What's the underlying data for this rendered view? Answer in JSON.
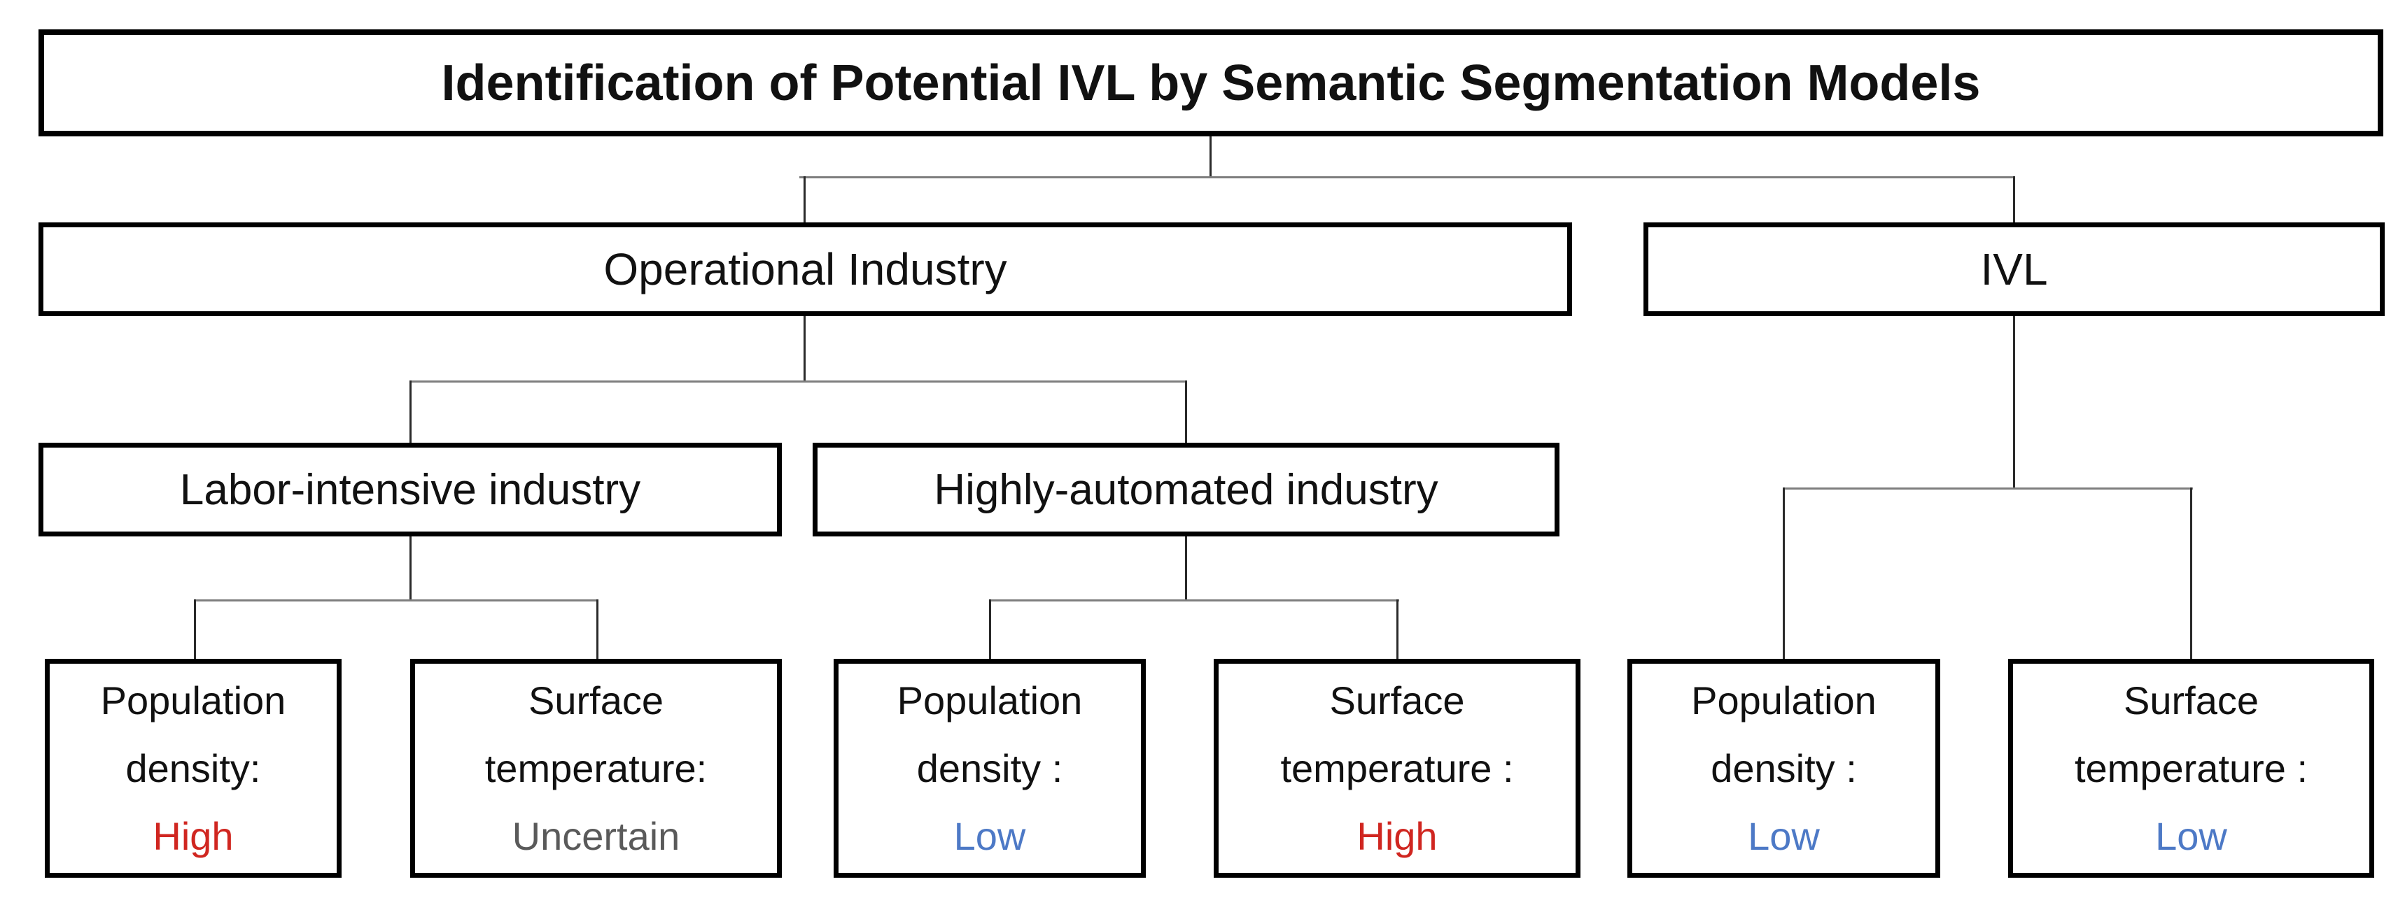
{
  "diagram": {
    "title": "Identification of Potential IVL by Semantic Segmentation Models",
    "nodes": {
      "operational": "Operational Industry",
      "ivl": "IVL",
      "labor": "Labor-intensive industry",
      "highly": "Highly-automated industry"
    },
    "leaves": {
      "labor_density": {
        "line1": "Population",
        "line2": "density:",
        "value": "High",
        "value_color": "#d02620"
      },
      "labor_temp": {
        "line1": "Surface",
        "line2": "temperature:",
        "value": "Uncertain",
        "value_color": "#5a5a5a"
      },
      "highly_density": {
        "line1": "Population",
        "line2": "density :",
        "value": "Low",
        "value_color": "#4d79c6"
      },
      "highly_temp": {
        "line1": "Surface",
        "line2": "temperature :",
        "value": "High",
        "value_color": "#d02620"
      },
      "ivl_density": {
        "line1": "Population",
        "line2": "density :",
        "value": "Low",
        "value_color": "#4d79c6"
      },
      "ivl_temp": {
        "line1": "Surface",
        "line2": "temperature :",
        "value": "Low",
        "value_color": "#4d79c6"
      }
    },
    "colors": {
      "high_red": "#d02620",
      "low_blue": "#4d79c6",
      "uncertain_gray": "#5a5a5a",
      "box_border": "#000000",
      "connector": "#7e7e7e"
    }
  }
}
